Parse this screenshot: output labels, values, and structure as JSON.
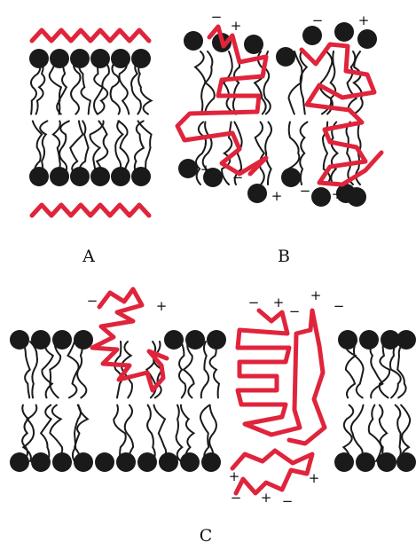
{
  "panels": {
    "a": {
      "label": "A"
    },
    "b": {
      "label": "B",
      "charges": [
        "−",
        "+",
        "−",
        "+",
        "+",
        "−",
        "+",
        "−",
        "+"
      ]
    },
    "c": {
      "label": "C",
      "charges": [
        "−",
        "+",
        "−",
        "+",
        "−",
        "+",
        "−",
        "+",
        "−",
        "+",
        "−",
        "+"
      ]
    }
  },
  "colors": {
    "protein": "#e0243c",
    "lipid_head": "#1a1a1a",
    "lipid_tail": "#1a1a1a",
    "charge_text": "#111111",
    "background": "#ffffff"
  }
}
